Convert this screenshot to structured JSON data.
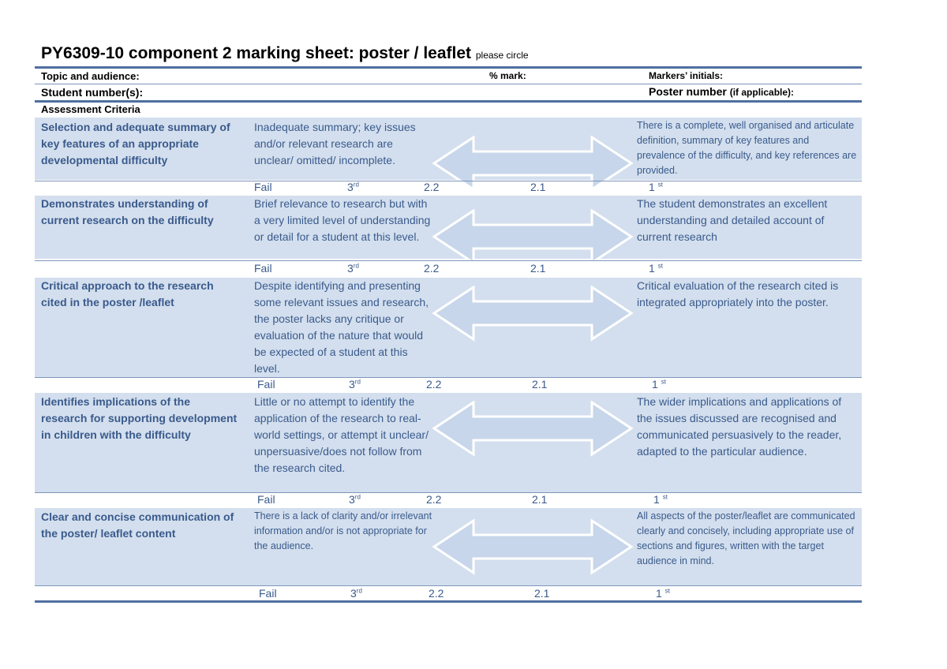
{
  "header": {
    "title": "PY6309-10 component 2 marking sheet: poster / leaflet",
    "title_note": "please circle",
    "topic_label": "Topic and audience:",
    "mark_label": "% mark:",
    "initials_label": "Markers’ initials:",
    "student_label": "Student number(s):",
    "poster_label": "Poster number",
    "poster_note": "(if applicable):",
    "criteria_heading": "Assessment Criteria"
  },
  "grades": {
    "fail": "Fail",
    "third": "3",
    "third_sup": "rd",
    "lower_second": "2.2",
    "upper_second": "2.1",
    "first": "1",
    "first_sup": "st"
  },
  "criteria": [
    {
      "name": "Selection and adequate summary of key features of an appropriate developmental difficulty",
      "low": "Inadequate summary; key issues and/or relevant research are unclear/ omitted/ incomplete.",
      "high": "There is a complete, well organised and articulate definition, summary of key features and prevalence of the difficulty, and key references are provided."
    },
    {
      "name": "Demonstrates understanding of current research on the difficulty",
      "low": "Brief relevance to research but with a very limited level of understanding or detail for a student at this level.",
      "high": "The student demonstrates an excellent understanding and detailed account of current research"
    },
    {
      "name": "Critical approach to the research cited in the poster /leaflet",
      "low": "Despite identifying and presenting some relevant issues and research, the poster lacks any critique or evaluation of the nature that would be expected of a student at this level.",
      "high": "Critical evaluation of the research cited is integrated appropriately into the poster."
    },
    {
      "name": "Identifies implications of the research for supporting development in children with the difficulty",
      "low": "Little or no attempt to identify the application of the research to real-world settings, or attempt it unclear/ unpersuasive/does not follow from the research cited.",
      "high": "The wider implications and applications of the issues discussed are recognised and communicated persuasively to the reader, adapted to the particular audience."
    },
    {
      "name": "Clear and concise communication of the poster/ leaflet content",
      "low": "There is a lack of clarity and/or irrelevant information and/or is not appropriate for the audience.",
      "high": "All aspects of the poster/leaflet are communicated clearly and concisely, including appropriate use of sections and figures, written with the target audience in mind."
    }
  ],
  "colors": {
    "band": "#d3dfee",
    "text_blue": "#3a5a8c",
    "rule": "#4f6fa0"
  },
  "icons": {
    "range": "double-headed-arrow"
  }
}
